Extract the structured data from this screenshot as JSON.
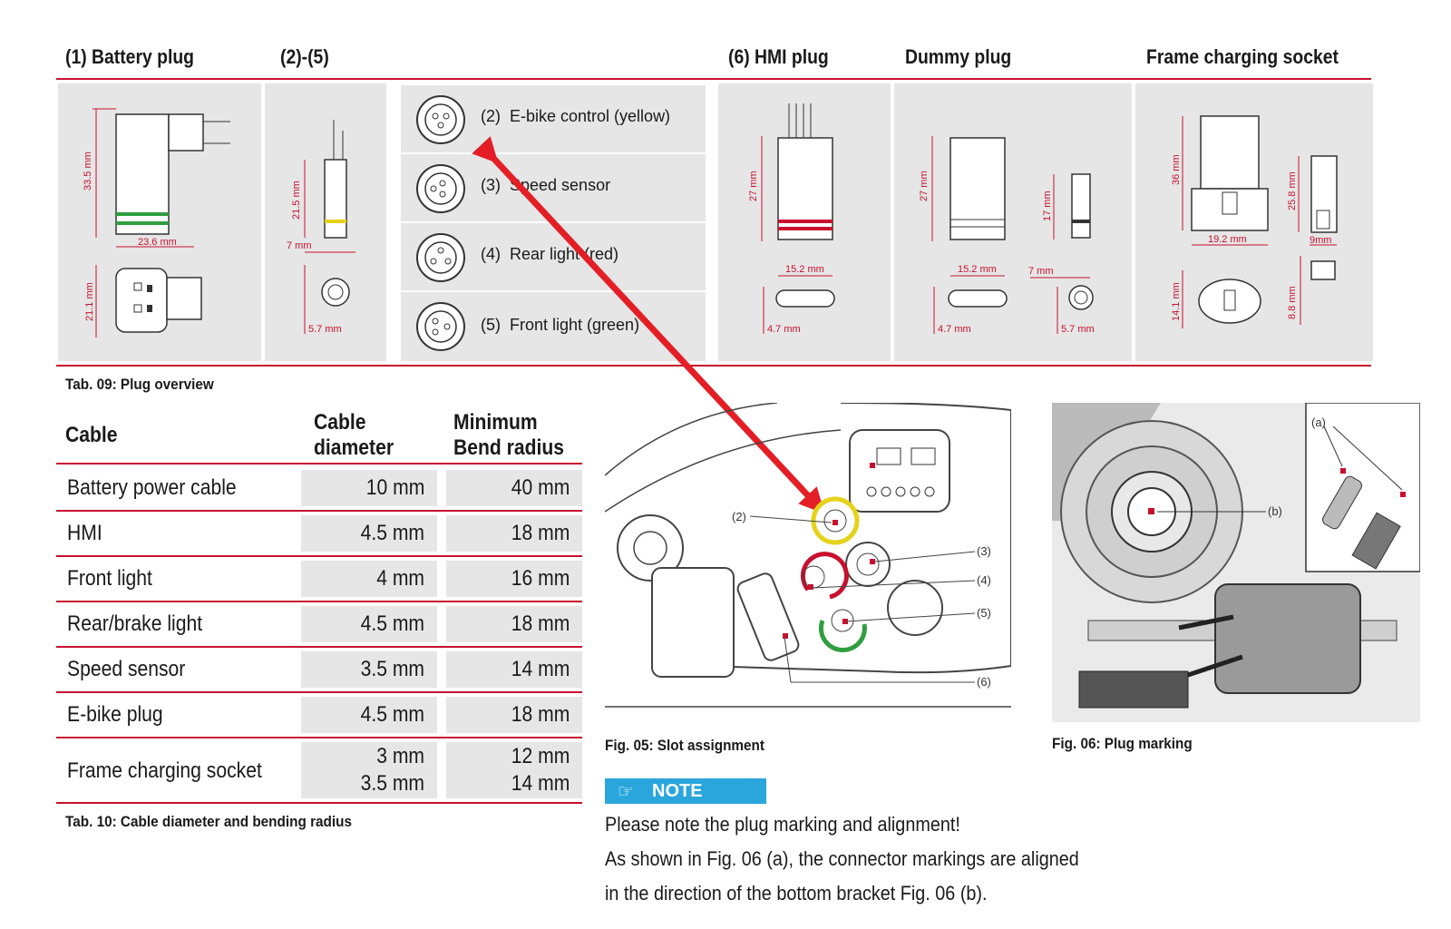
{
  "headers": {
    "battery": "(1) Battery plug",
    "plugs": "(2)-(5)",
    "hmi": "(6) HMI plug",
    "dummy": "Dummy plug",
    "frame": "Frame charging socket"
  },
  "plug_rows": [
    {
      "num": "(2)",
      "label": "E-bike control (yellow)"
    },
    {
      "num": "(3)",
      "label": "Speed sensor"
    },
    {
      "num": "(4)",
      "label": "Rear light (red)"
    },
    {
      "num": "(5)",
      "label": "Front light (green)"
    }
  ],
  "dimensions": {
    "battery": [
      "33.5 mm",
      "23.6 mm",
      "21.1 mm"
    ],
    "plugs": [
      "21.5 mm",
      "7 mm",
      "5.7 mm"
    ],
    "hmi": [
      "27 mm",
      "15.2 mm",
      "4.7 mm"
    ],
    "dummy": [
      "27 mm",
      "15.2 mm",
      "4.7 mm",
      "17 mm",
      "7 mm",
      "5.7 mm"
    ],
    "frame": [
      "36 mm",
      "19.2 mm",
      "14.1 mm",
      "25.8 mm",
      "9mm",
      "8.8 mm"
    ]
  },
  "tab09_caption": "Tab. 09:  Plug overview",
  "cable_table": {
    "headers": {
      "cable": "Cable",
      "diameter_1": "Cable",
      "diameter_2": "diameter",
      "bend_1": "Minimum",
      "bend_2": "Bend radius"
    },
    "rows": [
      {
        "cable": "Battery power cable",
        "diameter": "10 mm",
        "bend": "40 mm"
      },
      {
        "cable": "HMI",
        "diameter": "4.5 mm",
        "bend": "18 mm"
      },
      {
        "cable": "Front light",
        "diameter": "4 mm",
        "bend": "16 mm"
      },
      {
        "cable": "Rear/brake light",
        "diameter": "4.5 mm",
        "bend": "18 mm"
      },
      {
        "cable": "Speed sensor",
        "diameter": "3.5 mm",
        "bend": "14 mm"
      },
      {
        "cable": "E-bike plug",
        "diameter": "4.5 mm",
        "bend": "18 mm"
      },
      {
        "cable": "Frame charging socket",
        "diameter": "3 mm",
        "diameter_2": "3.5 mm",
        "bend": "12 mm",
        "bend_2": "14 mm"
      }
    ]
  },
  "tab10_caption": "Tab. 10:  Cable diameter and bending radius",
  "fig05": {
    "caption": "Fig. 05:  Slot assignment",
    "callouts": [
      "(2)",
      "(3)",
      "(4)",
      "(5)",
      "(6)"
    ]
  },
  "fig06": {
    "caption": "Fig. 06:  Plug marking",
    "callouts": [
      "(a)",
      "(b)"
    ]
  },
  "note": {
    "label": "NOTE",
    "lines": [
      "Please note the plug marking and alignment!",
      "As shown in Fig. 06 (a), the connector markings are aligned",
      "in the direction of the bottom bracket Fig. 06 (b)."
    ]
  },
  "colors": {
    "accent_red": "#c8102e",
    "note_blue": "#2aa6dc",
    "panel_gray": "#e6e6e6",
    "yellow": "#e5d21a",
    "green": "#2e9e3e"
  }
}
